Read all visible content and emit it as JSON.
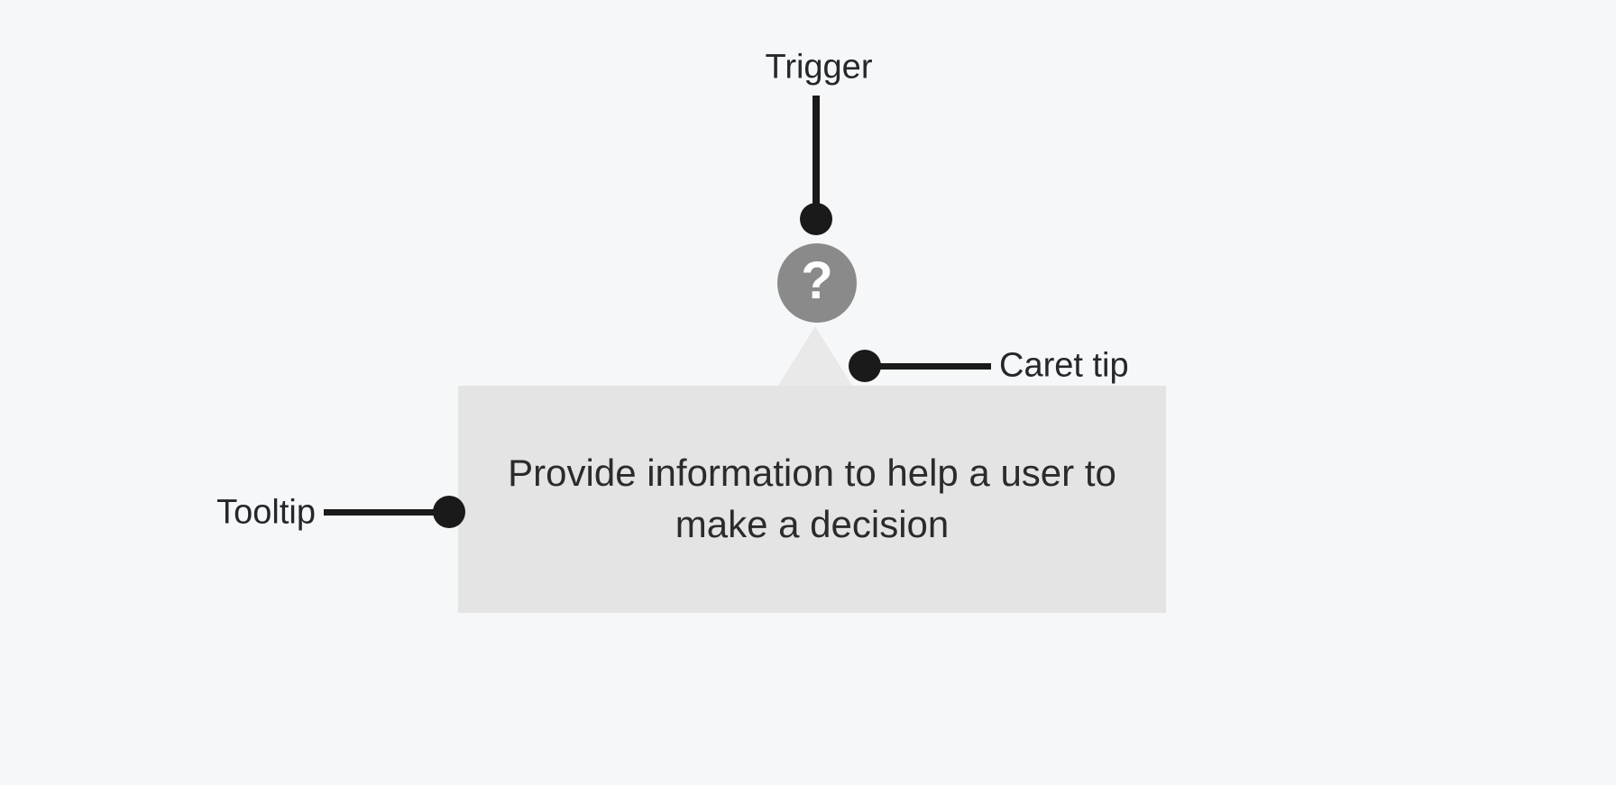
{
  "diagram_name": "tooltip-anatomy",
  "trigger": {
    "icon_glyph": "?",
    "icon_name": "question-mark-icon"
  },
  "tooltip": {
    "text_line1": "Provide information to help a user to",
    "text_line2": "make a decision"
  },
  "callouts": {
    "trigger": {
      "label": "Trigger"
    },
    "caret_tip": {
      "label": "Caret tip"
    },
    "tooltip": {
      "label": "Tooltip"
    }
  },
  "colors": {
    "page_background": "#f5f7f8",
    "tooltip_background": "#e4e4e4",
    "caret_background": "#e9e9e9",
    "trigger_circle": "#8a8a8a",
    "trigger_glyph": "#ffffff",
    "connector": "#1a1a1a",
    "label_text": "#24272b",
    "tooltip_text": "#2b2b2b"
  }
}
